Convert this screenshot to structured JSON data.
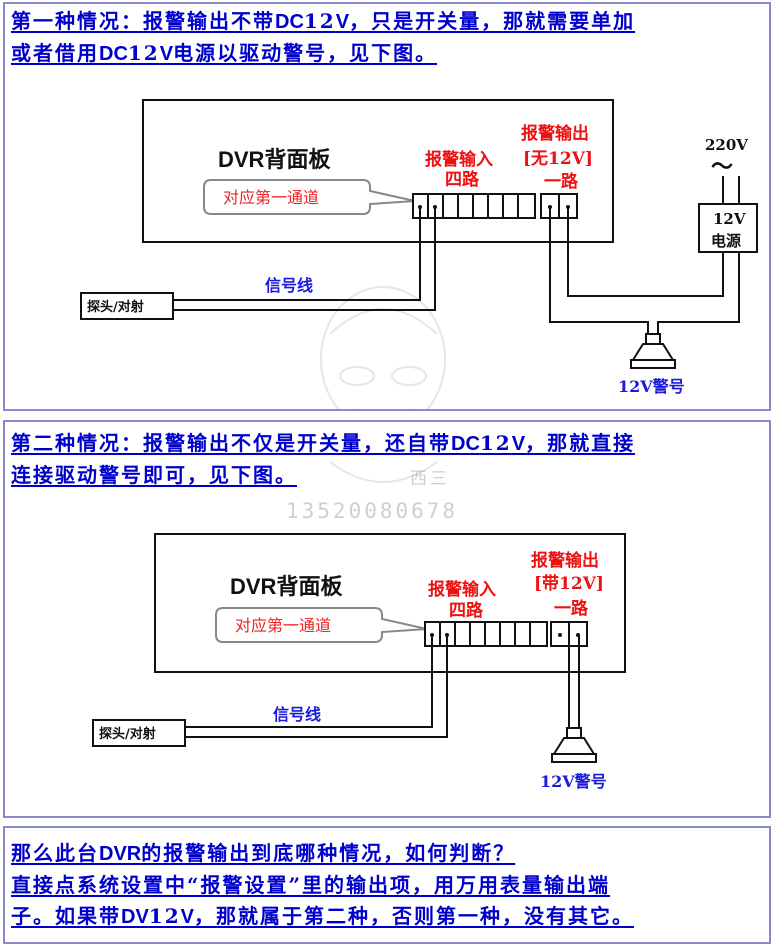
{
  "case1": {
    "line1_a": "第一种情况：报警输出不带",
    "line1_b": "DC",
    "line1_c": "12",
    "line1_d": "V",
    "line1_e": "，只是开关量，那就需要单加",
    "line2_a": "或者借用",
    "line2_b": "DC",
    "line2_c": "12",
    "line2_d": "V",
    "line2_e": "电源以驱动警号，见下图。"
  },
  "diagram1": {
    "dvr_title": "DVR背面板",
    "channel_label": "对应第一通道",
    "alarm_in_1": "报警输入",
    "alarm_in_2": "四路",
    "alarm_out_1": "报警输出",
    "alarm_out_2": "[无12V]",
    "alarm_out_3": "一路",
    "ac_label": "220V",
    "ac_symbol": "～",
    "psu_1": "12V",
    "psu_2": "电源",
    "signal_wire": "信号线",
    "sensor": "探头/对射",
    "siren": "12V警号"
  },
  "case2": {
    "line1_a": "第二种情况：报警输出不仅是开关量，还自带",
    "line1_b": "DC",
    "line1_c": "12",
    "line1_d": "V",
    "line1_e": "，那就直接",
    "line2_a": "连接驱动警号即可，见下图。",
    "watermark_tail": "西三",
    "watermark_phone": "13520080678"
  },
  "diagram2": {
    "dvr_title": "DVR背面板",
    "channel_label": "对应第一通道",
    "alarm_in_1": "报警输入",
    "alarm_in_2": "四路",
    "alarm_out_1": "报警输出",
    "alarm_out_2": "[带12V]",
    "alarm_out_3": "一路",
    "signal_wire": "信号线",
    "sensor": "探头/对射",
    "siren": "12V警号"
  },
  "summary": {
    "line1_a": "那么此台",
    "line1_b": "DVR",
    "line1_c": "的报警输出到底哪种情况，如何判断？",
    "line2": "直接点系统设置中“报警设置”里的输出项，用万用表量输出端",
    "line3_a": "子。如果带",
    "line3_b": "DV",
    "line3_c": "12",
    "line3_d": "V",
    "line3_e": "，那就属于第二种，否则第一种，没有其它。"
  }
}
